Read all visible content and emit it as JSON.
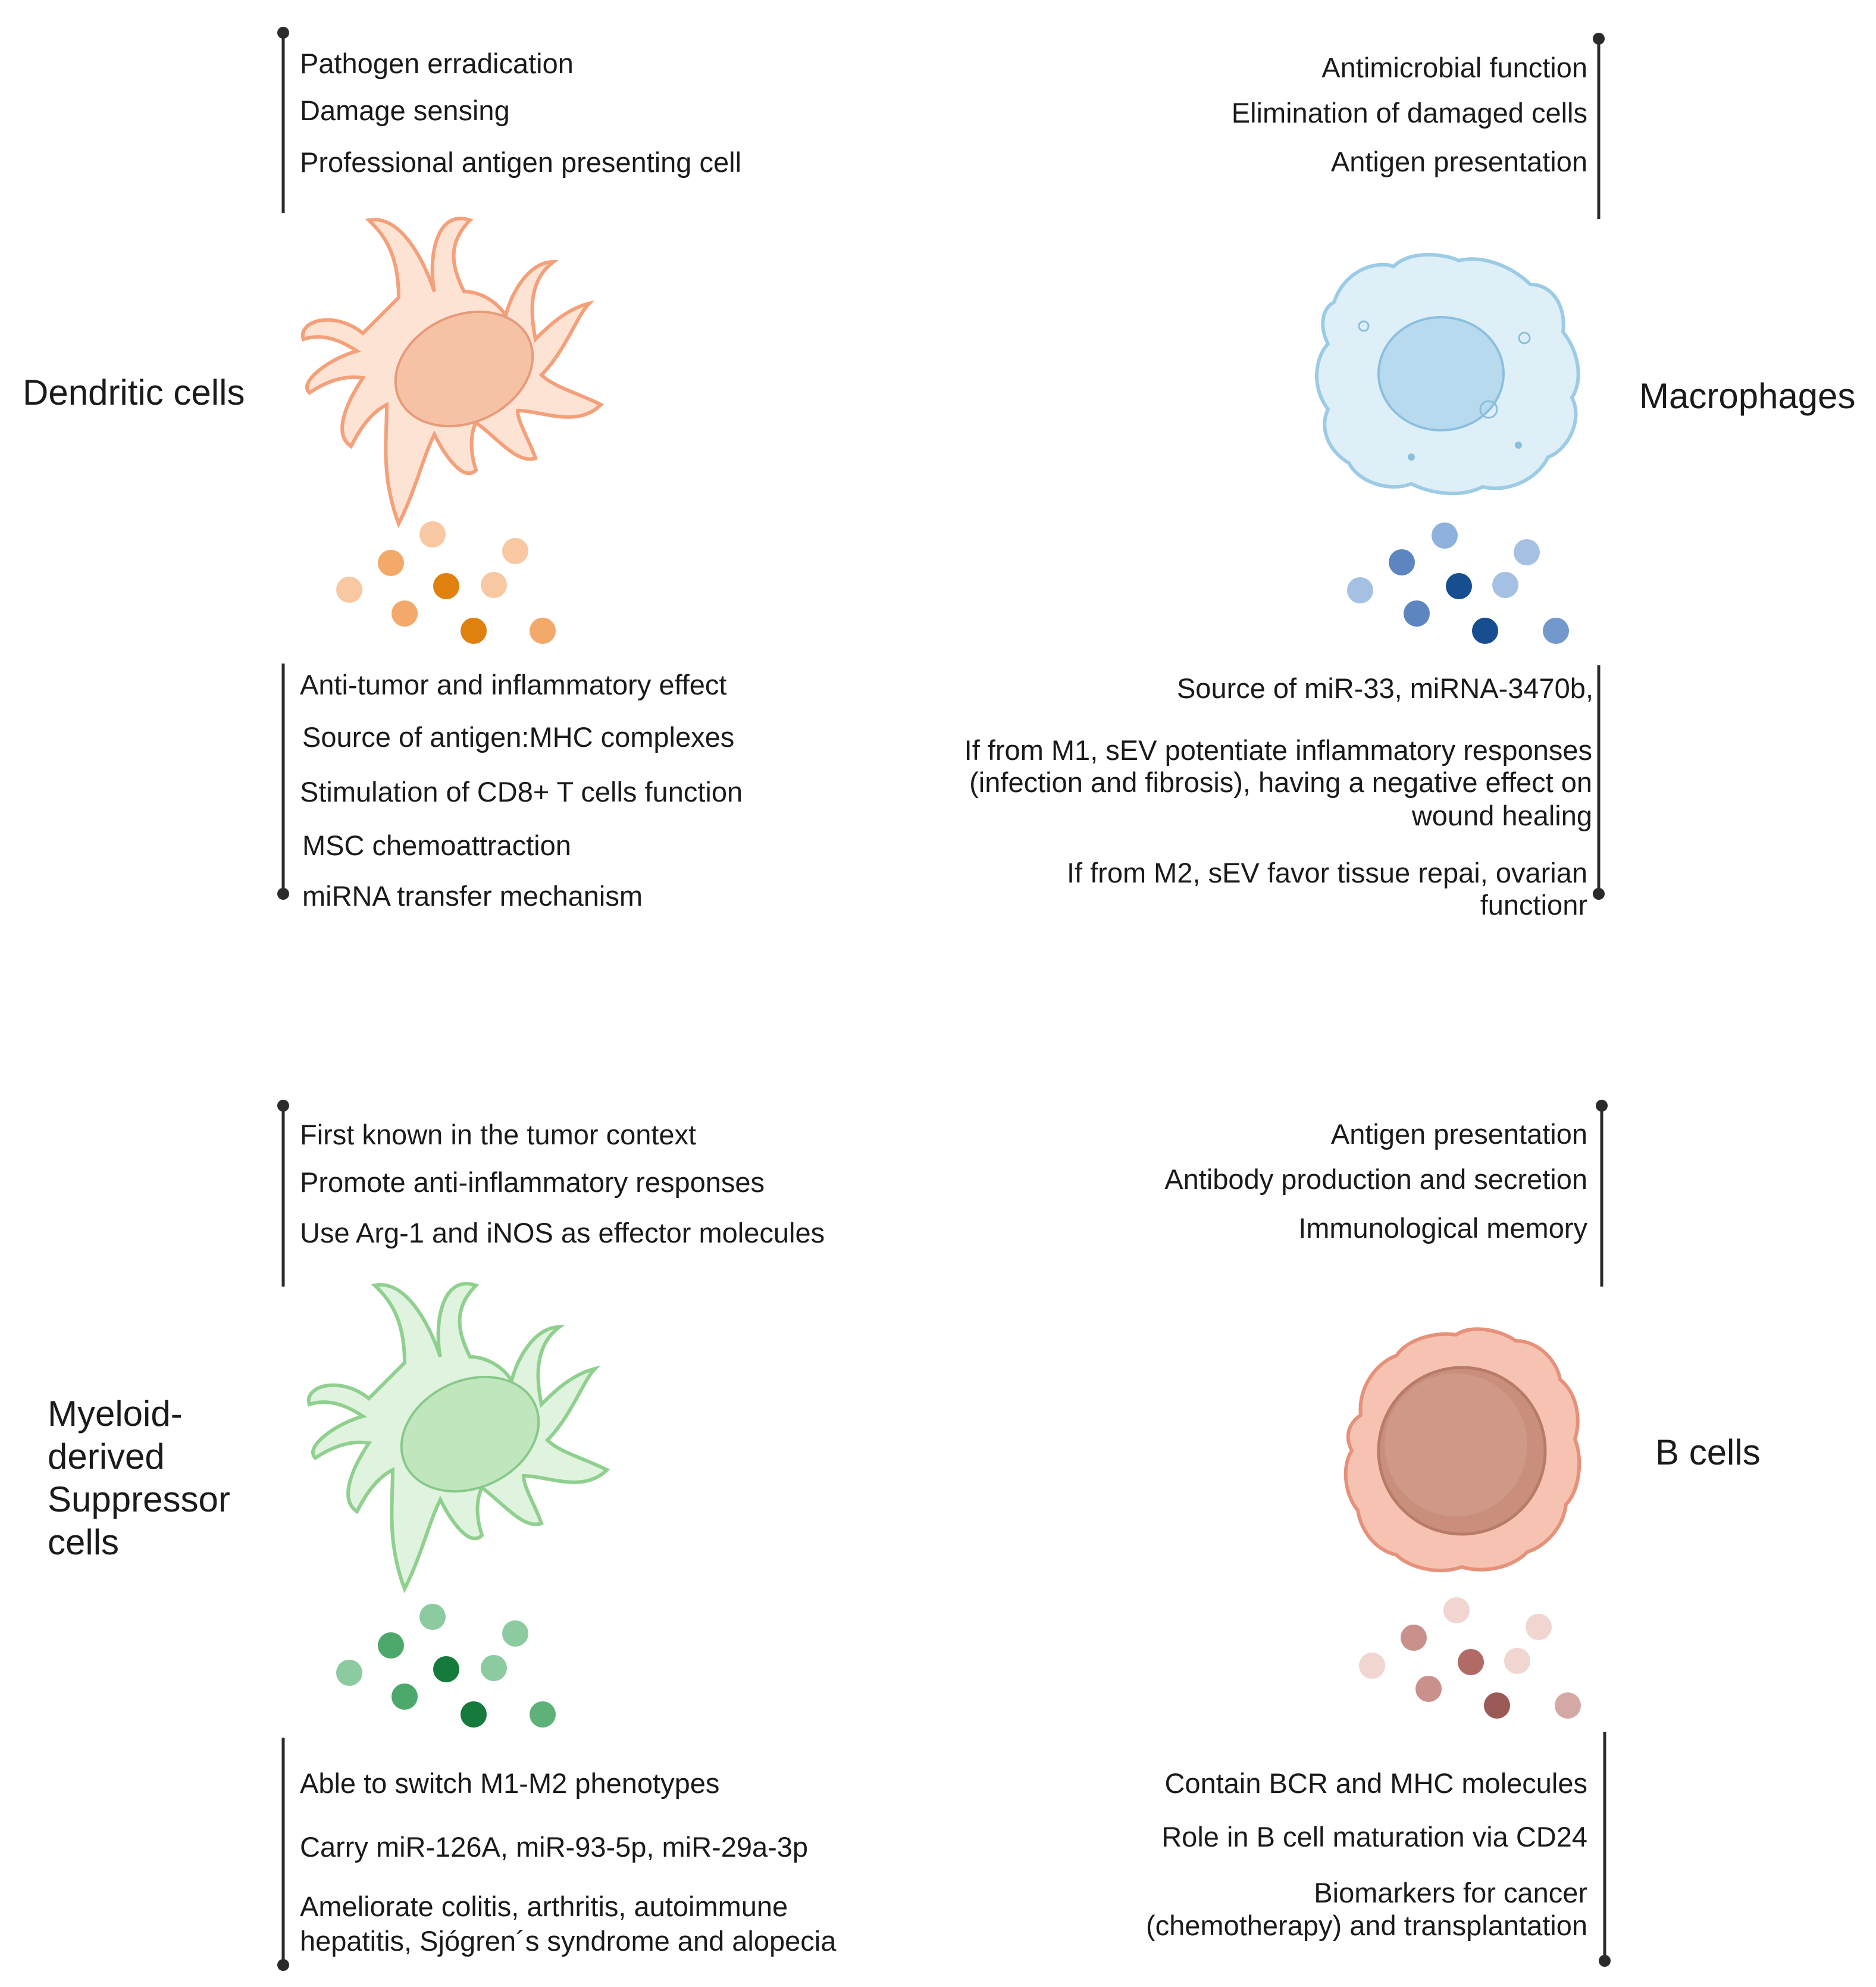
{
  "colors": {
    "dendritic": "#f5a07a",
    "macrophage": "#8ec6e6",
    "mdsc": "#86cc8e",
    "bcell": "#e89a86",
    "line": "#2b2b2b"
  },
  "panels": {
    "dendritic": {
      "name": "Dendritic cells",
      "functions": [
        "Pathogen erradication",
        "Damage sensing",
        "Professional antigen presenting cell"
      ],
      "vesicle_roles": [
        "Anti-tumor and inflammatory effect",
        "Source of antigen:MHC complexes",
        "Stimulation of CD8+ T cells function",
        "MSC chemoattraction",
        "miRNA transfer mechanism"
      ],
      "icon": "dendritic-cell-icon"
    },
    "macrophage": {
      "name": "Macrophages",
      "functions": [
        "Antimicrobial function",
        "Elimination of damaged cells",
        "Antigen presentation"
      ],
      "vesicle_roles": [
        "Source of miR-33, miRNA-3470b,",
        [
          "If from M1, sEV potentiate inflammatory responses",
          "(infection and fibrosis), having a negative effect on",
          "wound healing"
        ],
        [
          "If from M2, sEV favor tissue repai, ovarian",
          "functionr"
        ]
      ],
      "icon": "macrophage-icon"
    },
    "mdsc": {
      "name": [
        "Myeloid-",
        "derived",
        "Suppressor",
        "cells"
      ],
      "functions": [
        "First known in the tumor context",
        "Promote anti-inflammatory responses",
        "Use Arg-1 and iNOS as effector molecules"
      ],
      "vesicle_roles": [
        "Able to switch M1-M2 phenotypes",
        "Carry miR-126A, miR-93-5p, miR-29a-3p",
        [
          "Ameliorate colitis, arthritis, autoimmune",
          "hepatitis, Sjógren´s syndrome and alopecia"
        ]
      ],
      "icon": "mdsc-cell-icon"
    },
    "bcell": {
      "name": "B cells",
      "functions": [
        "Antigen presentation",
        "Antibody production and secretion",
        "Immunological memory"
      ],
      "vesicle_roles": [
        "Contain BCR and MHC molecules",
        "Role in B cell maturation via CD24",
        [
          "Biomarkers for cancer",
          "(chemotherapy) and transplantation"
        ]
      ],
      "icon": "b-cell-icon"
    }
  }
}
